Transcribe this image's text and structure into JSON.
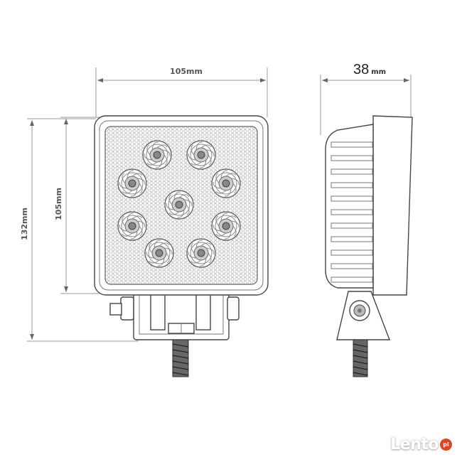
{
  "dimensions": {
    "front_width": "105mm",
    "front_height": "105mm",
    "total_height": "132mm",
    "depth_value": "38",
    "depth_unit": "mm"
  },
  "watermark": {
    "text": "Lento",
    "badge": "pl",
    "badge_color": "#e8411b"
  },
  "led_count": 9
}
